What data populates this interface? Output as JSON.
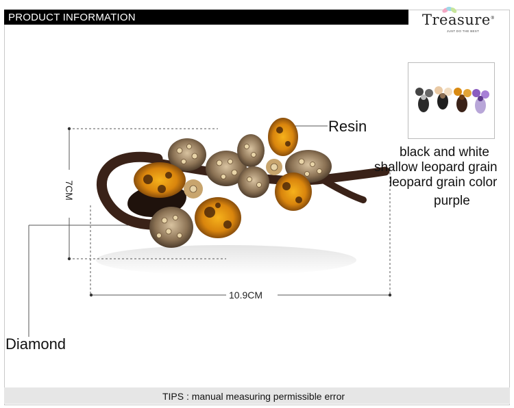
{
  "header": {
    "title": "PRODUCT INFORMATION"
  },
  "logo": {
    "brand": "Treasure",
    "registered": "®",
    "tagline": "JUST DO THE BEST"
  },
  "callouts": {
    "resin": "Resin",
    "diamond": "Diamond"
  },
  "dimensions": {
    "height": "7CM",
    "width": "10.9CM"
  },
  "colors": {
    "options": [
      "black and white",
      "shallow leopard grain",
      "leopard grain color",
      "purple"
    ]
  },
  "footer": {
    "tips": "TIPS : manual measuring permissible error"
  }
}
